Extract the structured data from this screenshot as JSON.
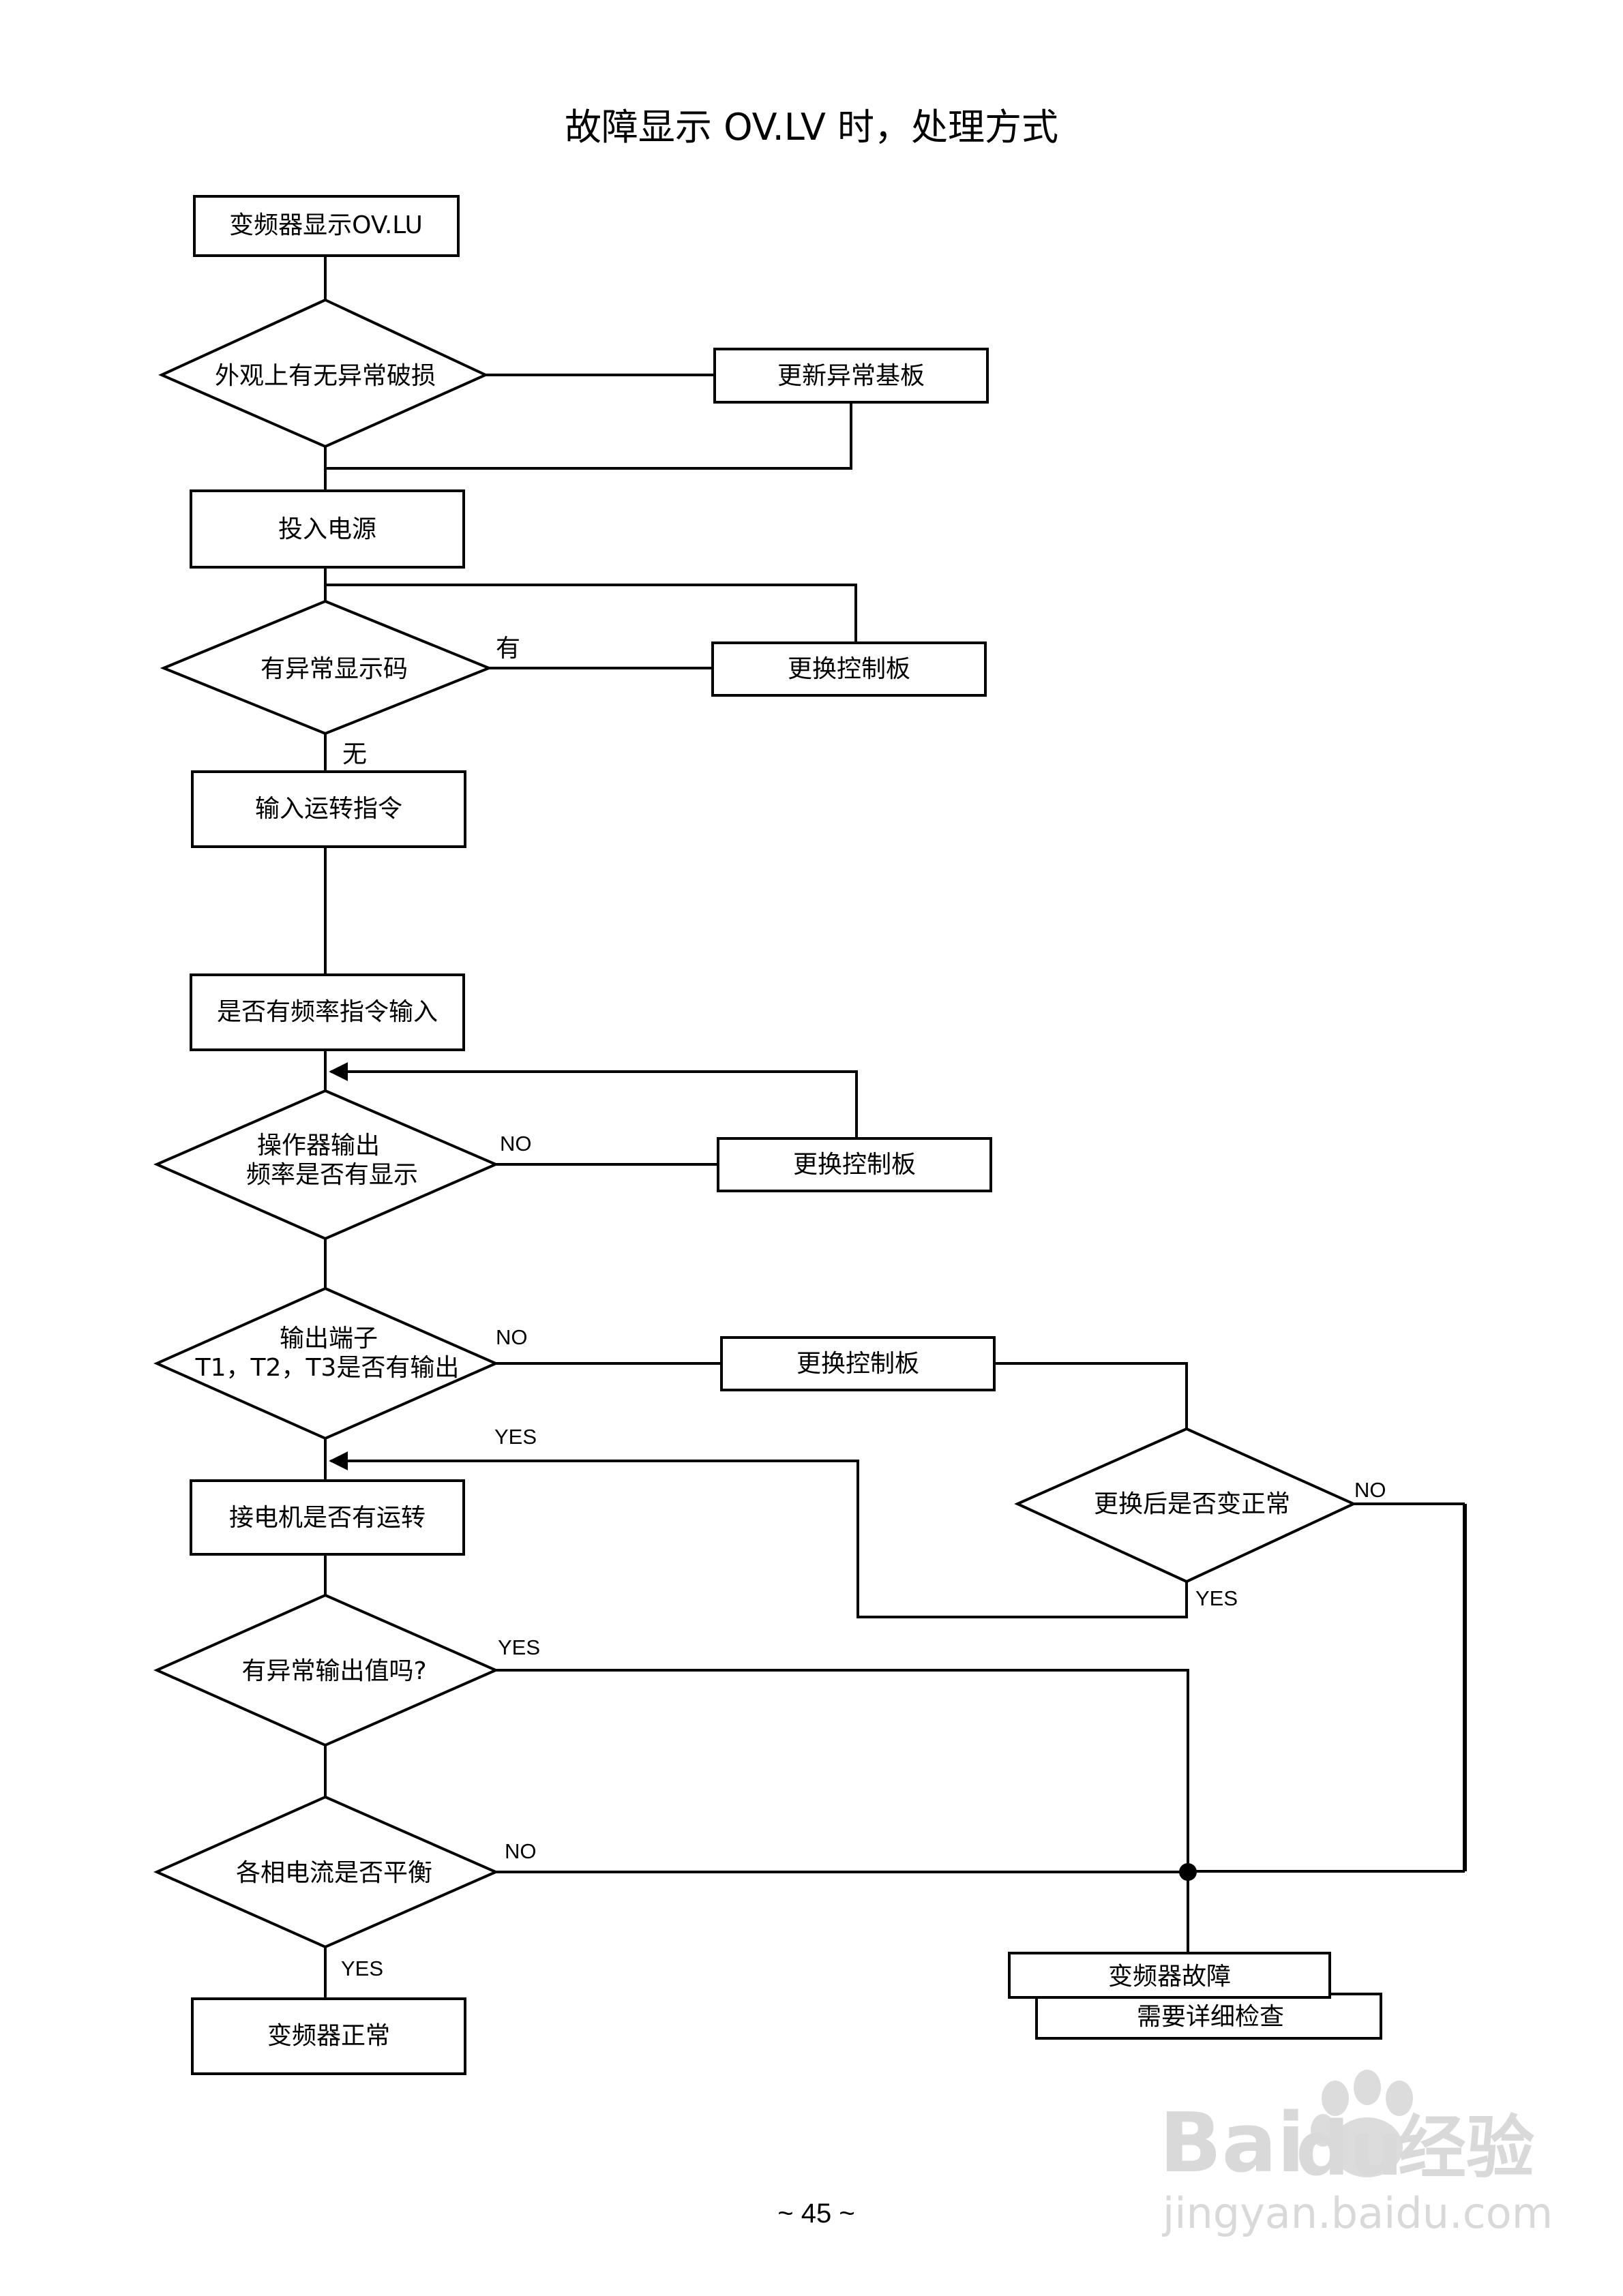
{
  "title": "故障显示 OV.LV 时，处理方式",
  "nodes": {
    "start": "变频器显示OV.LU",
    "check_damage": "外观上有无异常破损",
    "replace_board": "更新异常基板",
    "power_on": "投入电源",
    "error_code": "有异常显示码",
    "replace_control_1": "更换控制板",
    "input_run": "输入运转指令",
    "freq_cmd": "是否有频率指令输入",
    "operator_line1": "操作器输出",
    "operator_line2": "频率是否有显示",
    "replace_control_2": "更换控制板",
    "output_line1": "输出端子",
    "output_line2": "T1，T2，T3是否有输出",
    "replace_control_3": "更换控制板",
    "after_replace": "更换后是否变正常",
    "motor_run": "接电机是否有运转",
    "abnormal_output": "有异常输出值吗?",
    "current_balance": "各相电流是否平衡",
    "inverter_normal": "变频器正常",
    "fault_line1": "变频器故障",
    "fault_line2": "需要详细检查"
  },
  "labels": {
    "has": "有",
    "none": "无",
    "no_operator": "NO",
    "no_output": "NO",
    "yes_output": "YES",
    "no_after": "NO",
    "yes_after": "YES",
    "yes_abnormal": "YES",
    "no_balance": "NO",
    "yes_balance": "YES"
  },
  "page_number": "~ 45 ~",
  "watermark": {
    "brand": "Bai",
    "brand2": "du",
    "product": "经验",
    "url": "jingyan.baidu.com"
  }
}
